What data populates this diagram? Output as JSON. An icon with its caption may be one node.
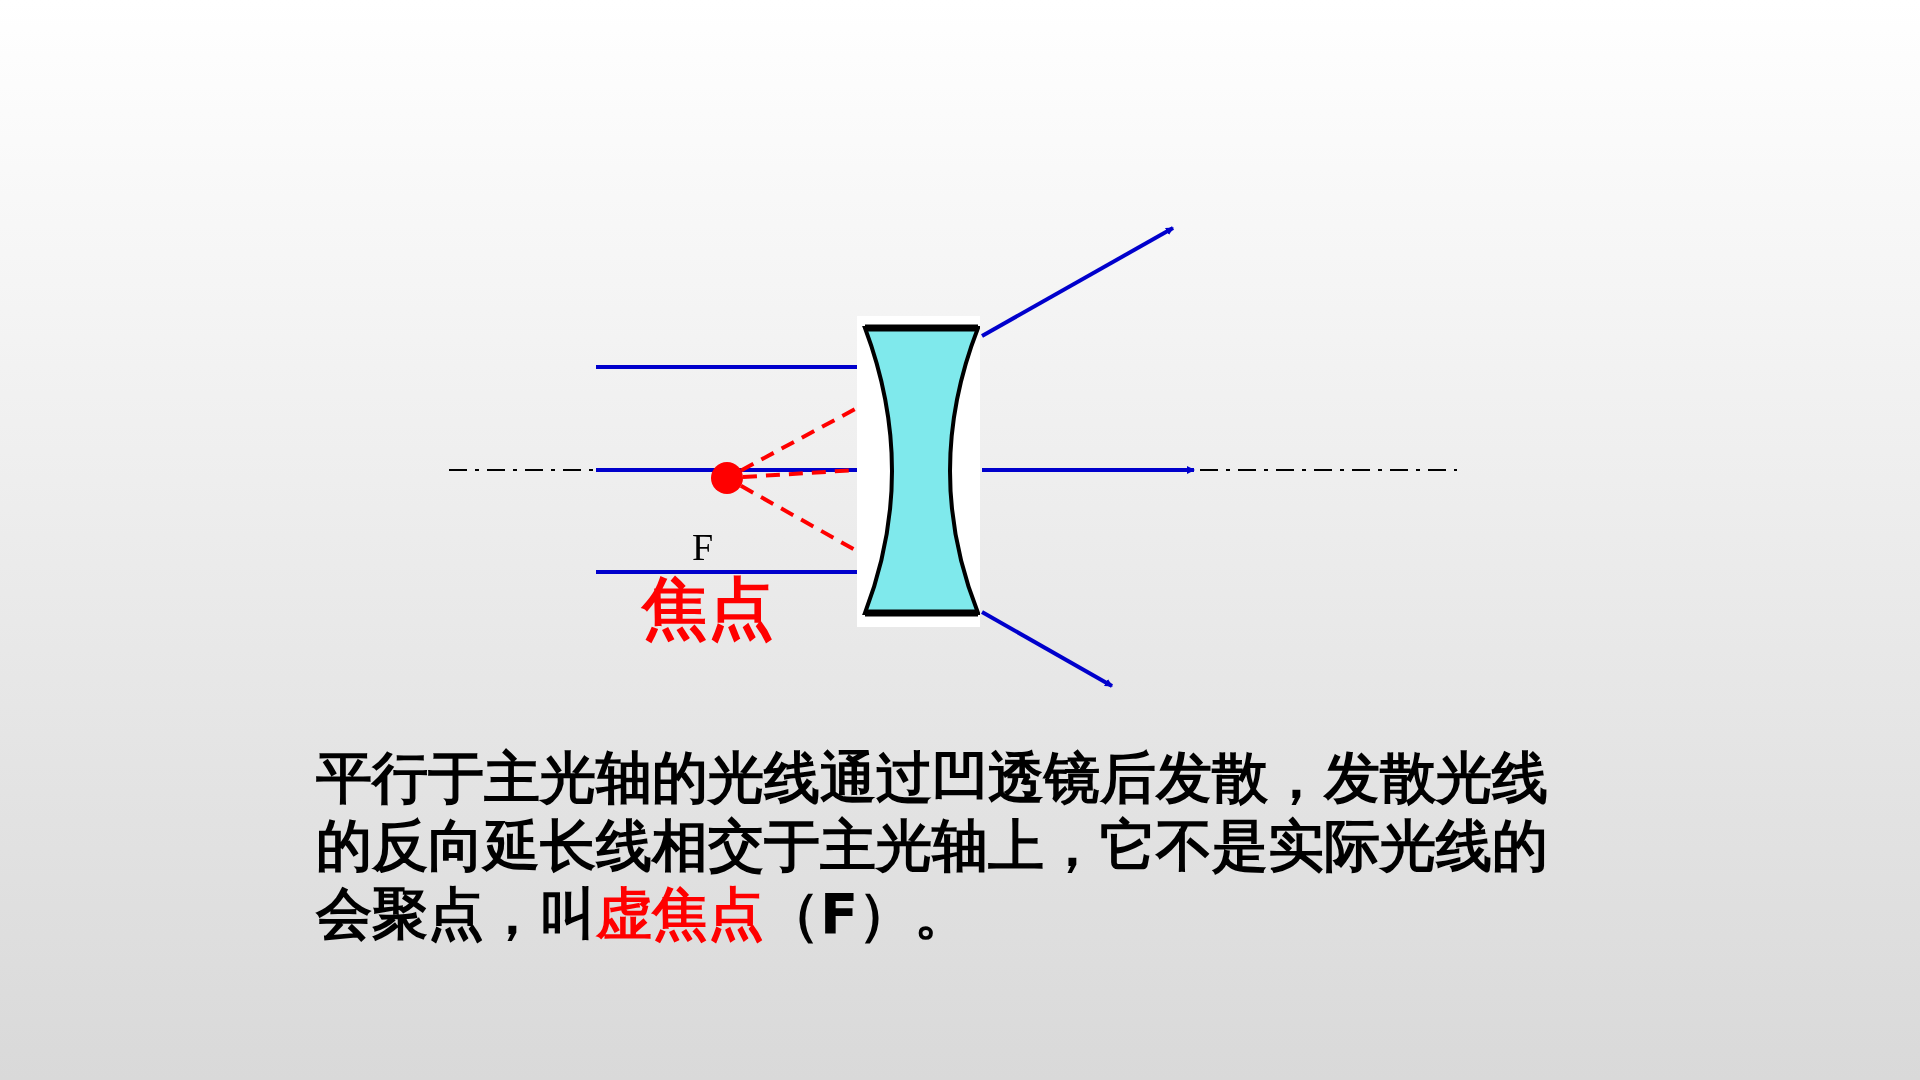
{
  "diagram": {
    "nodes": [
      {
        "text": [],
        "shape": "lens"
      },
      {
        "text": [],
        "shape": "circle",
        "beside": [
          "F",
          "焦点"
        ]
      }
    ],
    "edges": [
      {
        "from": null,
        "to": 0,
        "arrow": "none"
      },
      {
        "from": null,
        "to": 0,
        "arrow": "none"
      },
      {
        "from": null,
        "to": 0,
        "arrow": "none"
      },
      {
        "from": 0,
        "to": null,
        "arrow": "to"
      },
      {
        "from": 0,
        "to": null,
        "arrow": "to"
      },
      {
        "from": 0,
        "to": null,
        "arrow": "to"
      },
      {
        "from": 1,
        "to": 0,
        "arrow": "none",
        "style": "dashed",
        "color": "#ff0000"
      },
      {
        "from": 1,
        "to": 0,
        "arrow": "none",
        "style": "dashed",
        "color": "#ff0000"
      },
      {
        "from": 1,
        "to": 0,
        "arrow": "none",
        "style": "dashed",
        "color": "#ff0000"
      }
    ],
    "labels": [
      "平行于主光轴的光线通过凹透镜后发散，发散光线的反向延长线相交于主光轴上，它不是实际光线的会聚点，叫",
      "虚焦点",
      "（F）。"
    ]
  }
}
